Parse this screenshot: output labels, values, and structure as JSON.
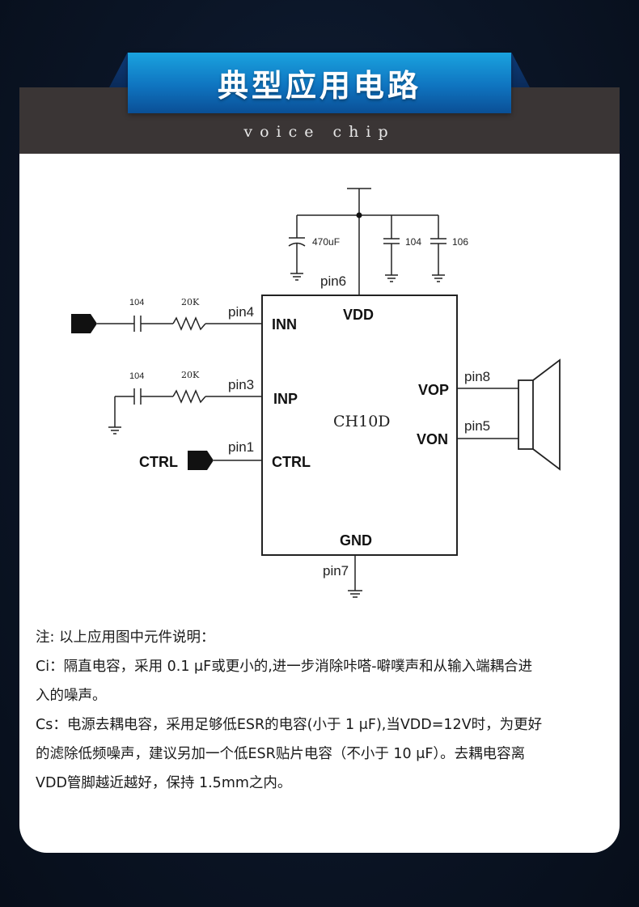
{
  "header": {
    "title": "典型应用电路",
    "subtitle": "voice chip"
  },
  "diagram": {
    "chip_name": "CH10D",
    "pins": {
      "inn": "INN",
      "inp": "INP",
      "ctrl": "CTRL",
      "vdd": "VDD",
      "vop": "VOP",
      "von": "VON",
      "gnd": "GND"
    },
    "pin_numbers": {
      "pin4": "pin4",
      "pin3": "pin3",
      "pin1": "pin1",
      "pin6": "pin6",
      "pin8": "pin8",
      "pin5": "pin5",
      "pin7": "pin7"
    },
    "components": {
      "cap_470": "470uF",
      "cap_104_top": "104",
      "cap_106": "106",
      "cap_104_inn": "104",
      "res_inn": "20K",
      "cap_104_inp": "104",
      "res_inp": "20K"
    },
    "ctrl_label": "CTRL"
  },
  "notes": {
    "heading": "注: 以上应用图中元件说明：",
    "ci_line1": "Ci：隔直电容，采用 0.1 μF或更小的,进一步消除咔嗒-噼噗声和从输入端耦合进",
    "ci_line2": "入的噪声。",
    "cs_line1": "Cs：电源去耦电容，采用足够低ESR的电容(小于 1 μF),当VDD=12V时，为更好",
    "cs_line2": "的滤除低频噪声，建议另加一个低ESR贴片电容（不小于 10 μF）。去耦电容离",
    "cs_line3": "VDD管脚越近越好，保持 1.5mm之内。"
  }
}
